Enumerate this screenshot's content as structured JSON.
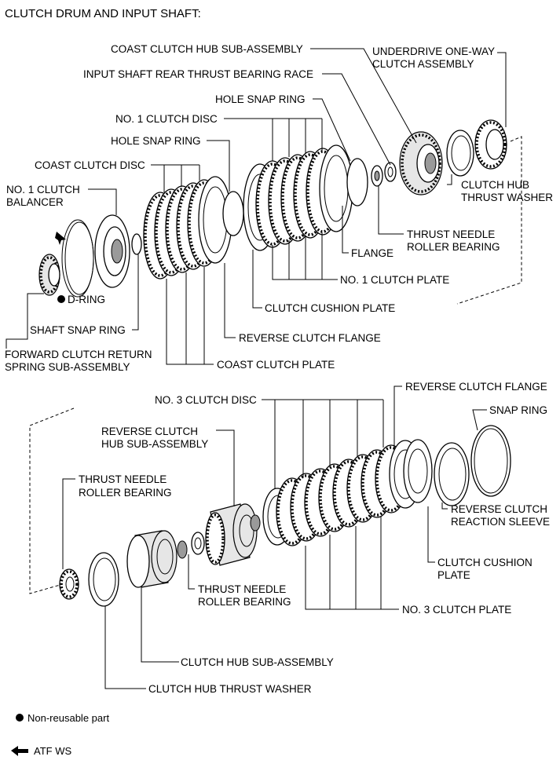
{
  "title": "CLUTCH DRUM AND INPUT SHAFT:",
  "labels": {
    "coast_clutch_hub_sub_assembly": "COAST CLUTCH HUB SUB-ASSEMBLY",
    "underdrive_one_way_1": "UNDERDRIVE ONE-WAY",
    "underdrive_one_way_2": "CLUTCH ASSEMBLY",
    "input_shaft_rear_thrust_bearing_race": "INPUT SHAFT REAR THRUST BEARING RACE",
    "hole_snap_ring_upper": "HOLE SNAP RING",
    "no1_clutch_disc": "NO. 1 CLUTCH DISC",
    "hole_snap_ring_left": "HOLE SNAP RING",
    "coast_clutch_disc": "COAST CLUTCH DISC",
    "no1_clutch_balancer_1": "NO. 1 CLUTCH",
    "no1_clutch_balancer_2": "BALANCER",
    "clutch_hub_thrust_washer_top_1": "CLUTCH HUB",
    "clutch_hub_thrust_washer_top_2": "THRUST WASHER",
    "thrust_needle_roller_bearing_top_1": "THRUST NEEDLE",
    "thrust_needle_roller_bearing_top_2": "ROLLER BEARING",
    "flange": "FLANGE",
    "no1_clutch_plate": "NO. 1 CLUTCH PLATE",
    "d_ring": "D-RING",
    "clutch_cushion_plate_top": "CLUTCH CUSHION PLATE",
    "shaft_snap_ring": "SHAFT SNAP RING",
    "reverse_clutch_flange_top": "REVERSE CLUTCH FLANGE",
    "forward_clutch_return_1": "FORWARD CLUTCH RETURN",
    "forward_clutch_return_2": "SPRING SUB-ASSEMBLY",
    "coast_clutch_plate": "COAST CLUTCH PLATE",
    "reverse_clutch_flange_bottom": "REVERSE CLUTCH FLANGE",
    "no3_clutch_disc": "NO. 3 CLUTCH DISC",
    "snap_ring": "SNAP RING",
    "reverse_clutch_hub_1": "REVERSE CLUTCH",
    "reverse_clutch_hub_2": "HUB SUB-ASSEMBLY",
    "thrust_needle_roller_bearing_left_1": "THRUST NEEDLE",
    "thrust_needle_roller_bearing_left_2": "ROLLER BEARING",
    "reverse_clutch_reaction_sleeve_1": "REVERSE CLUTCH",
    "reverse_clutch_reaction_sleeve_2": "REACTION SLEEVE",
    "clutch_cushion_plate_bottom_1": "CLUTCH CUSHION",
    "clutch_cushion_plate_bottom_2": "PLATE",
    "thrust_needle_roller_bearing_mid_1": "THRUST NEEDLE",
    "thrust_needle_roller_bearing_mid_2": "ROLLER BEARING",
    "no3_clutch_plate": "NO. 3 CLUTCH PLATE",
    "clutch_hub_sub_assembly": "CLUTCH HUB SUB-ASSEMBLY",
    "clutch_hub_thrust_washer_bottom": "CLUTCH HUB THRUST WASHER"
  },
  "legend": {
    "non_reusable": "Non-reusable part",
    "atf_ws": "ATF WS"
  },
  "icons": {
    "non_reusable": "filled-circle-icon",
    "atf_ws": "left-arrow-icon"
  }
}
